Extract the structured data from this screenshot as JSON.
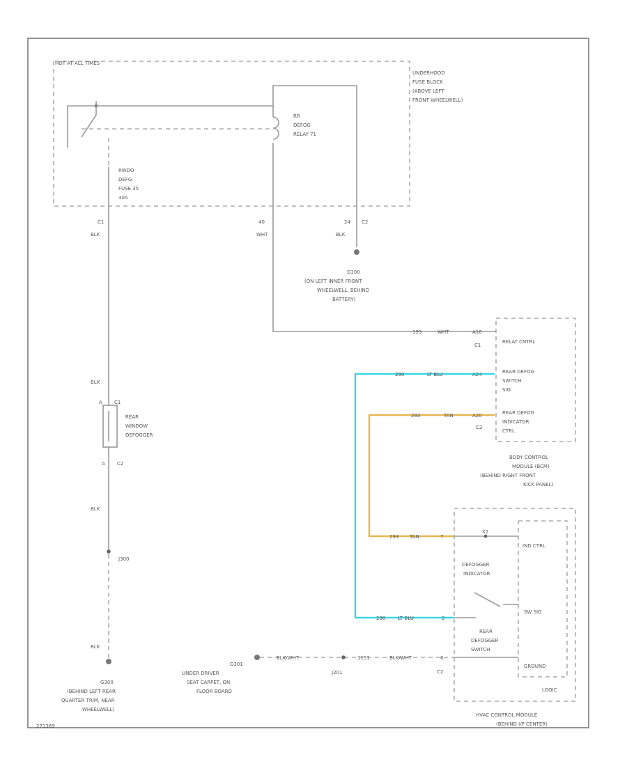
{
  "labels": {
    "hot_at_all_times": "HOT AT ALL TIMES",
    "underhood_fuse_block": [
      "UNDERHOOD",
      "FUSE BLOCK",
      "(ABOVE LEFT",
      "FRONT WHEELWELL)"
    ],
    "relay": [
      "RR",
      "DEFOG",
      "RELAY 71"
    ],
    "fuse": [
      "RWDO",
      "DEFG",
      "FUSE 35",
      "30A"
    ],
    "pin_c1_left": "C1",
    "pin_c1_mid": "40",
    "pin_24": "24",
    "pin_c2_top": "C2",
    "wire_blk": "BLK",
    "wire_wht": "WHT",
    "ground_g100": [
      "G100",
      "(ON LEFT INNER FRONT",
      "WHEELWELL, BEHIND",
      "BATTERY)"
    ],
    "relay_ctrl_row": {
      "circuit": "193",
      "color": "WHT",
      "pin": "A16"
    },
    "relay_ctrl_conn": "C1",
    "relay_ctrl_label": "RELAY CNTRL",
    "switch_sig_row": {
      "circuit": "290",
      "color": "LT BLU",
      "pin": "A24"
    },
    "switch_sig_label": [
      "REAR DEFOG",
      "SWITCH",
      "SIG"
    ],
    "indicator_row": {
      "circuit": "293",
      "color": "TAN",
      "pin": "A20"
    },
    "indicator_conn": "C2",
    "indicator_label": [
      "REAR DEFOG",
      "INDICATOR",
      "CTRL"
    ],
    "bcm_label": [
      "BODY CONTROL",
      "MODULE (BCM)",
      "(BEHIND RIGHT FRONT",
      "KICK PANEL)"
    ],
    "rear_defogger_pins": {
      "top": "A",
      "top_conn": "C1",
      "bottom": "A",
      "bottom_conn": "C2"
    },
    "rear_defogger_label": [
      "REAR",
      "WINDOW",
      "DEFOGGER"
    ],
    "j300": "J300",
    "g300": [
      "G300",
      "(BEHIND LEFT REAR",
      "QUARTER TRIM, NEAR",
      "WHEELWELL)"
    ],
    "g301": [
      "G301",
      "UNDER DRIVER",
      "SEAT CARPET, ON",
      "FLOOR BOARD"
    ],
    "ground_wire": "BLK/WHT",
    "j201": "J201",
    "ground_row": {
      "circuit": "1151",
      "color": "BLK/WHT",
      "pin": "6"
    },
    "ground_conn": "C2",
    "hvac_tan_row": {
      "circuit": "293",
      "color": "TAN",
      "pin": "7"
    },
    "hvac_blue_row": {
      "circuit": "290",
      "color": "LT BLU",
      "pin": "2"
    },
    "hvac_junction": "X2",
    "defogger_indicator": [
      "DEFOGGER",
      "INDICATOR"
    ],
    "rear_defogger_switch": [
      "REAR",
      "DEFOGGER",
      "SWITCH"
    ],
    "ind_ctrl": "IND CTRL",
    "sw_sig": "SW SIG",
    "ground": "GROUND",
    "logic": "LOGIC",
    "hvac_module": [
      "HVAC CONTROL MODULE",
      "(BEHIND I/P CENTER)"
    ],
    "figure_id": "271369"
  },
  "colors": {
    "lt_blu_wire": "#3ad6e6",
    "tan_wire": "#e6b752",
    "wire": "#9a9a9a"
  }
}
